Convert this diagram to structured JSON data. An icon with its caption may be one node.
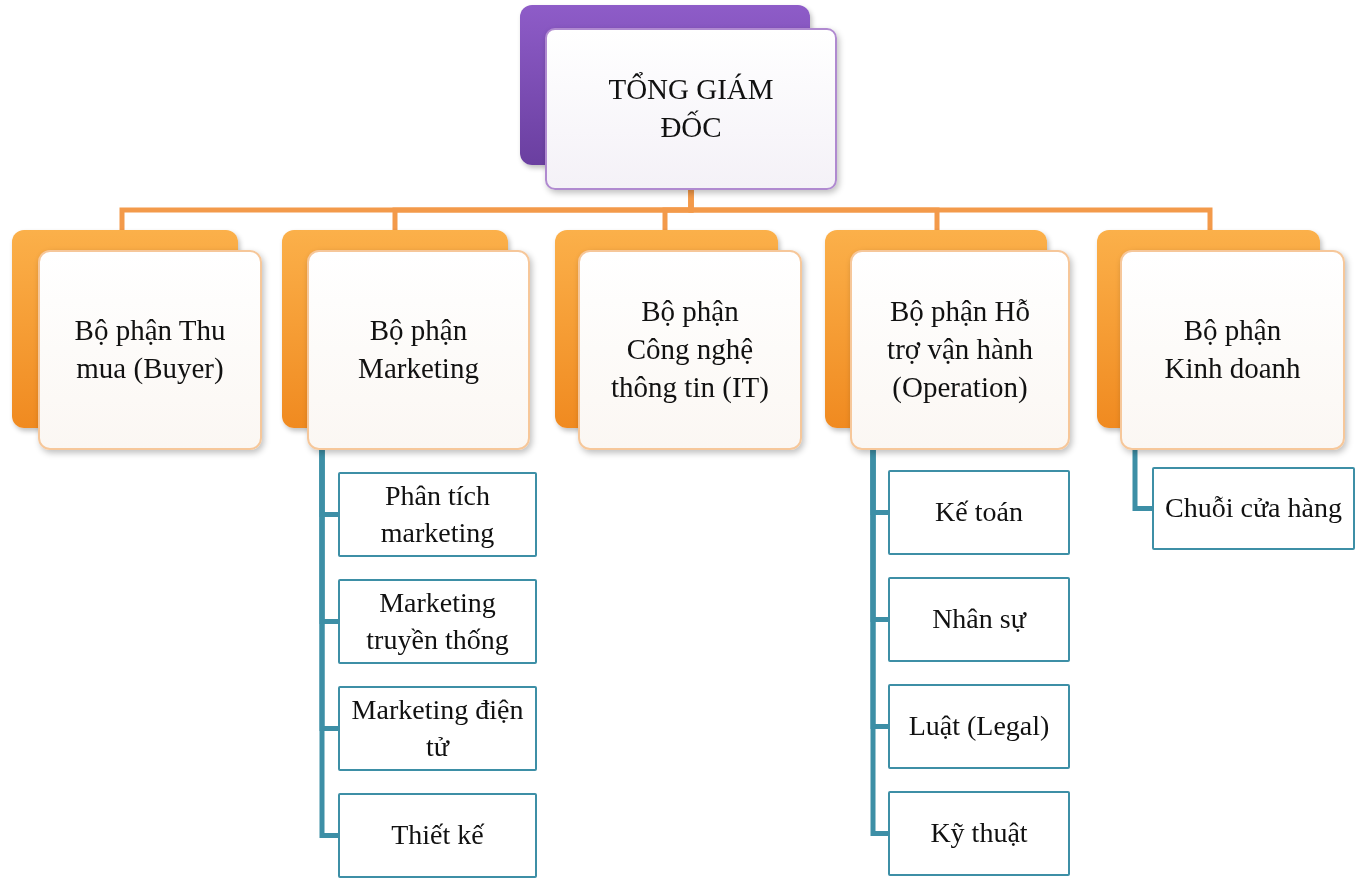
{
  "diagram": {
    "nodes": [
      {
        "text": [
          "TỔNG GIÁM ĐỐC"
        ]
      },
      {
        "text": [
          "Bộ phận Thu mua (Buyer)"
        ]
      },
      {
        "text": [
          "Bộ phận Marketing"
        ]
      },
      {
        "text": [
          "Bộ phận Công nghệ thông tin (IT)"
        ]
      },
      {
        "text": [
          "Bộ phận Hỗ trợ vận hành (Operation)"
        ]
      },
      {
        "text": [
          "Bộ phận Kinh doanh"
        ]
      },
      {
        "text": [
          "Phân tích marketing"
        ]
      },
      {
        "text": [
          "Marketing truyền thống"
        ]
      },
      {
        "text": [
          "Marketing điện tử"
        ]
      },
      {
        "text": [
          "Thiết kế"
        ]
      },
      {
        "text": [
          "Kế toán"
        ]
      },
      {
        "text": [
          "Nhân sự"
        ]
      },
      {
        "text": [
          "Luật (Legal)"
        ]
      },
      {
        "text": [
          "Kỹ thuật"
        ]
      },
      {
        "text": [
          "Chuỗi cửa hàng"
        ]
      }
    ],
    "edges": [
      {
        "from": 0,
        "to": 1,
        "arrow": "none",
        "color": "#f39a4a"
      },
      {
        "from": 0,
        "to": 2,
        "arrow": "none",
        "color": "#f39a4a"
      },
      {
        "from": 0,
        "to": 3,
        "arrow": "none",
        "color": "#f39a4a"
      },
      {
        "from": 0,
        "to": 4,
        "arrow": "none",
        "color": "#f39a4a"
      },
      {
        "from": 0,
        "to": 5,
        "arrow": "none",
        "color": "#f39a4a"
      },
      {
        "from": 2,
        "to": 6,
        "arrow": "none"
      },
      {
        "from": 2,
        "to": 7,
        "arrow": "none"
      },
      {
        "from": 2,
        "to": 8,
        "arrow": "none"
      },
      {
        "from": 2,
        "to": 9,
        "arrow": "none"
      },
      {
        "from": 4,
        "to": 10,
        "arrow": "none"
      },
      {
        "from": 4,
        "to": 11,
        "arrow": "none"
      },
      {
        "from": 4,
        "to": 12,
        "arrow": "none"
      },
      {
        "from": 4,
        "to": 13,
        "arrow": "none"
      },
      {
        "from": 5,
        "to": 14,
        "arrow": "none"
      }
    ]
  }
}
